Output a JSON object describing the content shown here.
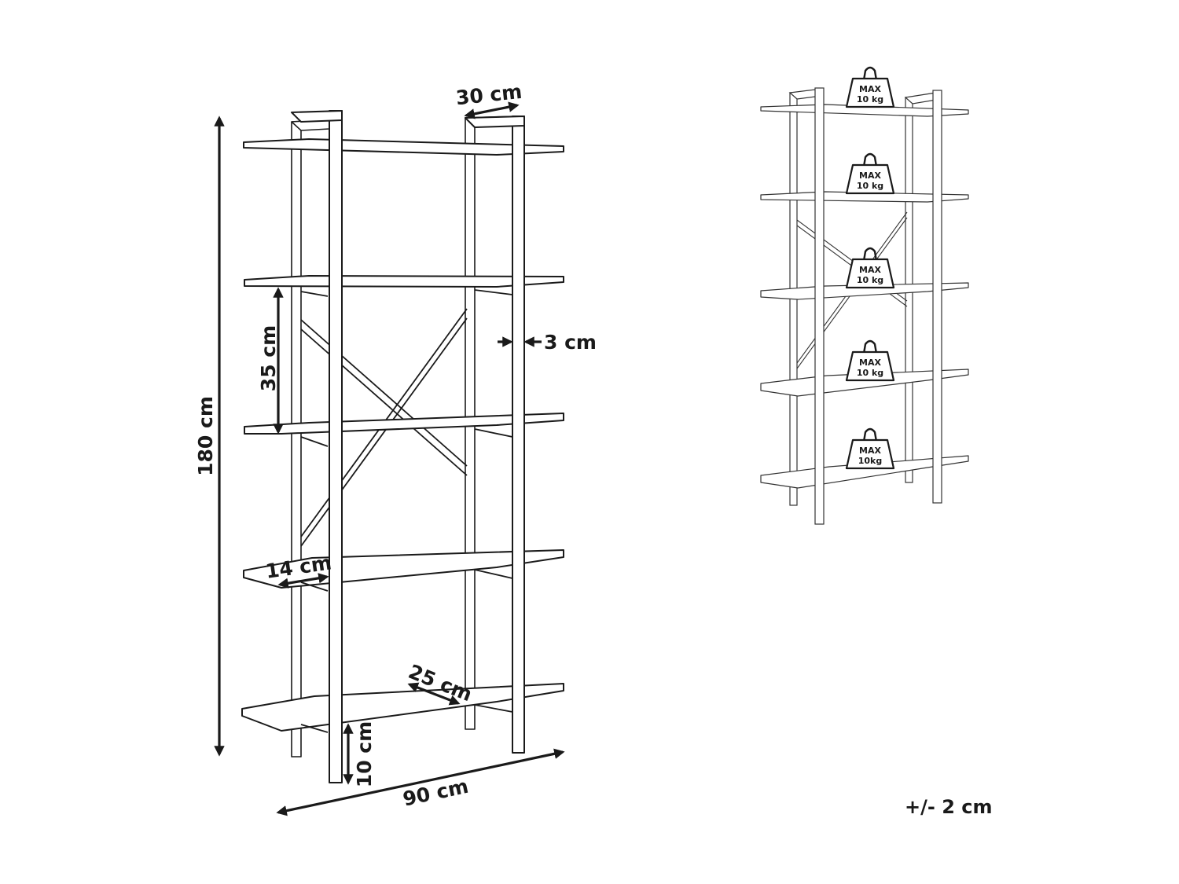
{
  "dimensions": {
    "height": "180 cm",
    "shelf_spacing": "35 cm",
    "width": "90 cm",
    "depth": "30 cm",
    "post_thickness": "3 cm",
    "front_overhang": "14 cm",
    "shelf_depth": "25 cm",
    "bottom_clearance": "10 cm"
  },
  "weight_limits": [
    {
      "max": "MAX",
      "load": "10 kg"
    },
    {
      "max": "MAX",
      "load": "10 kg"
    },
    {
      "max": "MAX",
      "load": "10 kg"
    },
    {
      "max": "MAX",
      "load": "10 kg"
    },
    {
      "max": "MAX",
      "load": "10kg"
    }
  ],
  "tolerance": "+/- 2 cm"
}
